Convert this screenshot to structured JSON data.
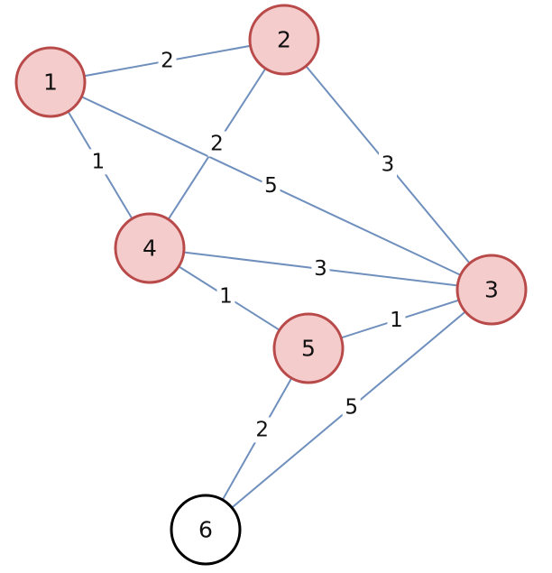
{
  "colors": {
    "edge": "#6f8fbd",
    "node_fill_highlight": "#f5cccc",
    "node_stroke_highlight": "#b94a4a",
    "node_fill_plain": "#ffffff",
    "node_stroke_plain": "#000000"
  },
  "nodes": [
    {
      "id": "1",
      "label": "1",
      "highlighted": true
    },
    {
      "id": "2",
      "label": "2",
      "highlighted": true
    },
    {
      "id": "3",
      "label": "3",
      "highlighted": true
    },
    {
      "id": "4",
      "label": "4",
      "highlighted": true
    },
    {
      "id": "5",
      "label": "5",
      "highlighted": true
    },
    {
      "id": "6",
      "label": "6",
      "highlighted": false
    }
  ],
  "edges": [
    {
      "source": "1",
      "target": "2",
      "weight": "2"
    },
    {
      "source": "1",
      "target": "4",
      "weight": "1"
    },
    {
      "source": "1",
      "target": "3",
      "weight": "5"
    },
    {
      "source": "2",
      "target": "4",
      "weight": "2"
    },
    {
      "source": "2",
      "target": "3",
      "weight": "3"
    },
    {
      "source": "4",
      "target": "3",
      "weight": "3"
    },
    {
      "source": "4",
      "target": "5",
      "weight": "1"
    },
    {
      "source": "5",
      "target": "3",
      "weight": "1"
    },
    {
      "source": "5",
      "target": "6",
      "weight": "2"
    },
    {
      "source": "3",
      "target": "6",
      "weight": "5"
    }
  ]
}
